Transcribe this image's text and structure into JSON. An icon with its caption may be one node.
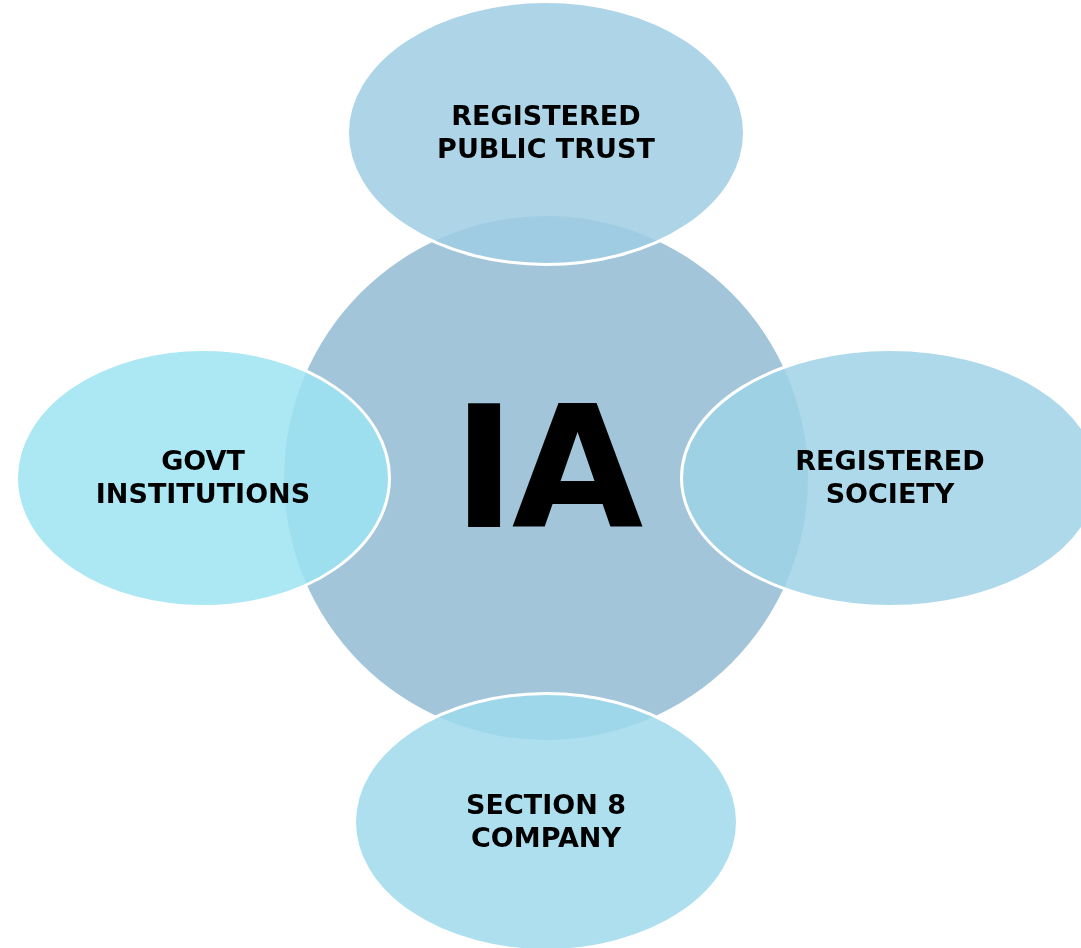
{
  "diagram": {
    "nodes": [
      {
        "text": [
          "REGISTERED PUBLIC TRUST"
        ]
      },
      {
        "text": [
          "GOVT INSTITUTIONS"
        ]
      },
      {
        "text": [
          "IA"
        ]
      },
      {
        "text": [
          "REGISTERED SOCIETY"
        ]
      },
      {
        "text": [
          "SECTION 8 COMPANY"
        ]
      }
    ]
  }
}
